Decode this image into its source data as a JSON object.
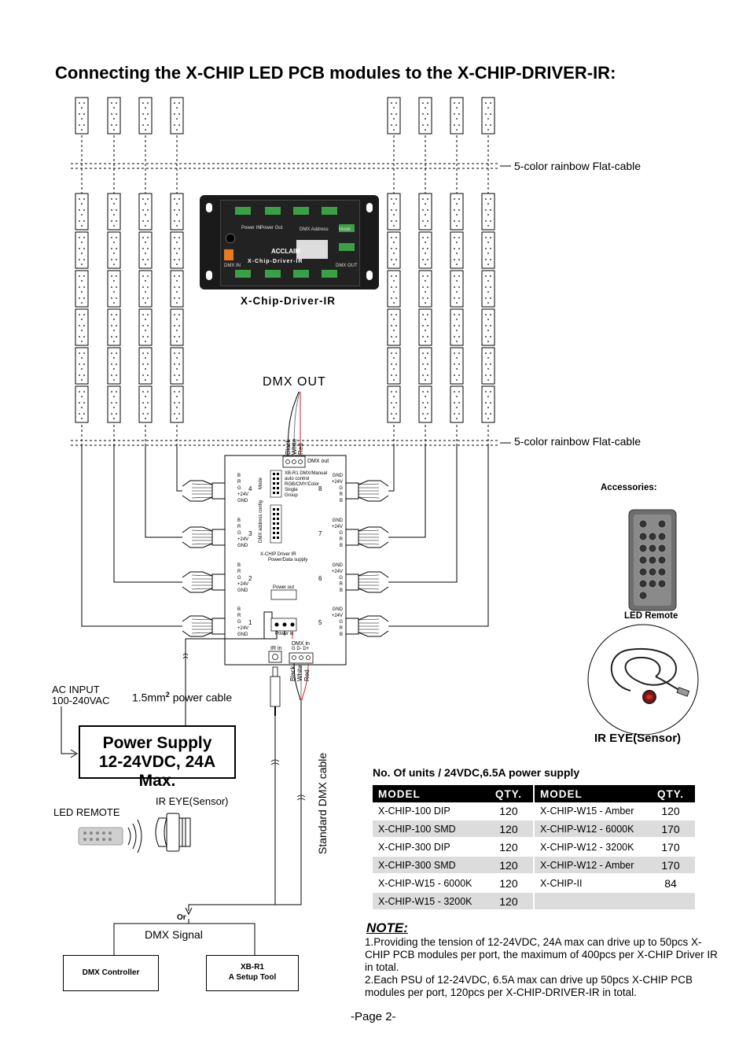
{
  "title": "Connecting the X-CHIP LED PCB modules to the X-CHIP-DRIVER-IR:",
  "labels": {
    "flat_cable_top": "5-color rainbow Flat-cable",
    "flat_cable_bottom": "5-color rainbow Flat-cable",
    "driver_caption": "X-Chip-Driver-IR",
    "dmx_out": "DMX OUT",
    "accessories": "Accessories:",
    "led_remote_accessory": "LED Remote",
    "ir_eye_accessory": "IR EYE(Sensor)",
    "ac_input_line1": "AC INPUT",
    "ac_input_line2": "100-240VAC",
    "power_cable_prefix": "1.5mm",
    "power_cable_sup": "2",
    "power_cable_suffix": "power cable",
    "psu_line1": "Power Supply",
    "psu_line2": "12-24VDC, 24A Max.",
    "led_remote_left": "LED REMOTE",
    "ir_eye_left": "IR EYE(Sensor)",
    "standard_dmx_cable": "Standard DMX cable",
    "or": "Or",
    "dmx_signal": "DMX Signal",
    "dmx_controller": "DMX Controller",
    "xbr1_line1": "XB-R1",
    "xbr1_line2": "A Setup Tool"
  },
  "device": {
    "front_brand": "ACCLAIM",
    "front_name": "X-Chip-Driver-IR",
    "front_dmx_address": "DMX Address",
    "front_mode": "Mode",
    "front_dmx_in": "DMX IN",
    "front_dmx_out": "DMX OUT",
    "front_power_in": "Power IN",
    "front_power_out": "Power Out",
    "schematic_dmx_out": "DMX out",
    "schematic_name": "X-CHIP Driver IR",
    "schematic_sub": "Power/Data supply",
    "schematic_power_out": "Power out",
    "schematic_power_in": "Power in",
    "ir_in": "IR in",
    "dmx_in": "DMX in",
    "dmx_in_pins": "G  D-  D+",
    "mode_label": "Mode",
    "xb_r1_label": "XB-R1 DMX/Manual",
    "auto_control": "auto control",
    "rgb_color": "RGB/CMY/Color",
    "single": "Single",
    "group": "Group",
    "dmx_address_config": "DMX address config",
    "black": "Black",
    "white": "White",
    "red": "Red",
    "left_ports": [
      {
        "num": "4",
        "pins": [
          "B",
          "R",
          "G",
          "+24V",
          "GND"
        ]
      },
      {
        "num": "3",
        "pins": [
          "B",
          "R",
          "G",
          "+24V",
          "GND"
        ]
      },
      {
        "num": "2",
        "pins": [
          "B",
          "R",
          "G",
          "+24V",
          "GND"
        ]
      },
      {
        "num": "1",
        "pins": [
          "B",
          "R",
          "G",
          "+24V",
          "GND"
        ]
      }
    ],
    "right_ports": [
      {
        "num": "8",
        "pins": [
          "GND",
          "+24V",
          "G",
          "R",
          "B"
        ]
      },
      {
        "num": "7",
        "pins": [
          "GND",
          "+24V",
          "G",
          "R",
          "B"
        ]
      },
      {
        "num": "6",
        "pins": [
          "GND",
          "+24V",
          "G",
          "R",
          "B"
        ]
      },
      {
        "num": "5",
        "pins": [
          "GND",
          "+24V",
          "G",
          "R",
          "B"
        ]
      }
    ]
  },
  "table": {
    "title": "No. Of units / 24VDC,6.5A power supply",
    "headers": [
      "MODEL",
      "QTY.",
      "MODEL",
      "QTY."
    ],
    "rows": [
      [
        "X-CHIP-100 DIP",
        "120",
        "X-CHIP-W15 - Amber",
        "120"
      ],
      [
        "X-CHIP-100 SMD",
        "120",
        "X-CHIP-W12 - 6000K",
        "170"
      ],
      [
        "X-CHIP-300 DIP",
        "120",
        "X-CHIP-W12 - 3200K",
        "170"
      ],
      [
        "X-CHIP-300 SMD",
        "120",
        "X-CHIP-W12 - Amber",
        "170"
      ],
      [
        "X-CHIP-W15 - 6000K",
        "120",
        "X-CHIP-II",
        "84"
      ],
      [
        "X-CHIP-W15 - 3200K",
        "120",
        "",
        ""
      ]
    ]
  },
  "note": {
    "title": "NOTE:",
    "line1": "1.Providing the tension of 12-24VDC, 24A max can drive up to 50pcs X-CHIP PCB modules per port, the maximum of 400pcs per X-CHIP Driver IR in total.",
    "line2": "2.Each PSU of 12-24VDC, 6.5A max can drive up 50pcs X-CHIP PCB modules per port, 120pcs per X-CHIP-DRIVER-IR in total."
  },
  "page_label": "-Page 2-",
  "colors": {
    "black": "#000000",
    "device_body": "#1a1a1a",
    "terminal_green": "#3aa045",
    "terminal_orange": "#e8791f",
    "cable_red": "#d42020",
    "table_gray": "#dcdcdc"
  }
}
